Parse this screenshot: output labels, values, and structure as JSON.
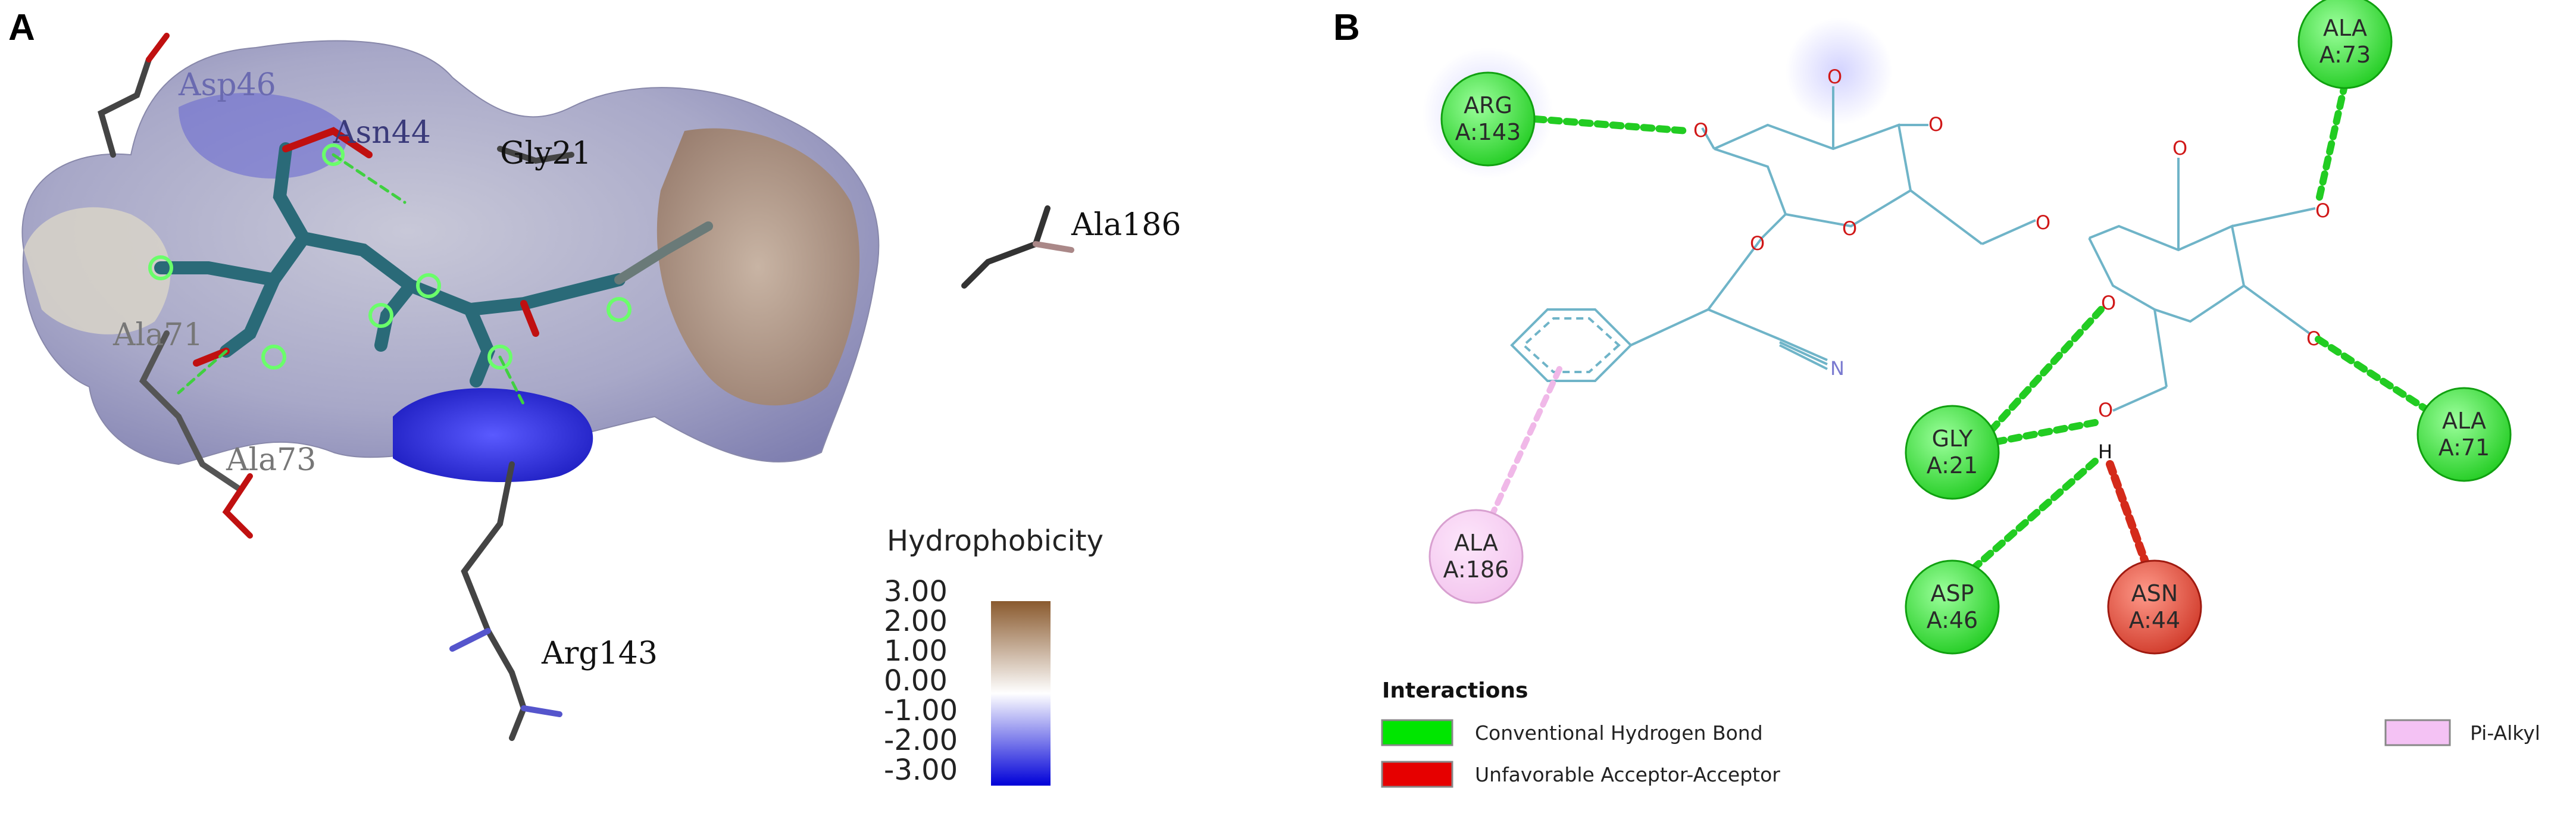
{
  "panels": {
    "a_label": "A",
    "b_label": "B"
  },
  "panel_a": {
    "residues": [
      "Asp46",
      "Asn44",
      "Gly21",
      "Ala186",
      "Ala71",
      "Ala73",
      "Arg143"
    ],
    "scale": {
      "title": "Hydrophobicity",
      "ticks": [
        "3.00",
        "2.00",
        "1.00",
        "0.00",
        "-1.00",
        "-2.00",
        "-3.00"
      ],
      "colors": {
        "high": "#8a5a2e",
        "mid": "#ffffff",
        "low": "#0000d8"
      }
    }
  },
  "panel_b": {
    "residues": [
      {
        "name": "ARG",
        "chain": "A:143",
        "type": "hbond"
      },
      {
        "name": "ALA",
        "chain": "A:73",
        "type": "hbond"
      },
      {
        "name": "ALA",
        "chain": "A:71",
        "type": "hbond"
      },
      {
        "name": "GLY",
        "chain": "A:21",
        "type": "hbond"
      },
      {
        "name": "ASP",
        "chain": "A:46",
        "type": "hbond"
      },
      {
        "name": "ASN",
        "chain": "A:44",
        "type": "unfavorable"
      },
      {
        "name": "ALA",
        "chain": "A:186",
        "type": "pi-alkyl"
      }
    ],
    "atoms": {
      "oxygen": "O",
      "nitrogen": "N",
      "hydrogen": "H"
    },
    "legend": {
      "title": "Interactions",
      "items": [
        {
          "label": "Conventional Hydrogen Bond",
          "color": "#00e600"
        },
        {
          "label": "Unfavorable Acceptor-Acceptor",
          "color": "#e60000"
        },
        {
          "label": "Pi-Alkyl",
          "color": "#f4c2f4"
        }
      ]
    },
    "colors": {
      "hbond": "#22cc22",
      "unfavorable": "#d42a1a",
      "pi_alkyl": "#f0b8e8",
      "bond_line": "#6fb4c8"
    }
  }
}
